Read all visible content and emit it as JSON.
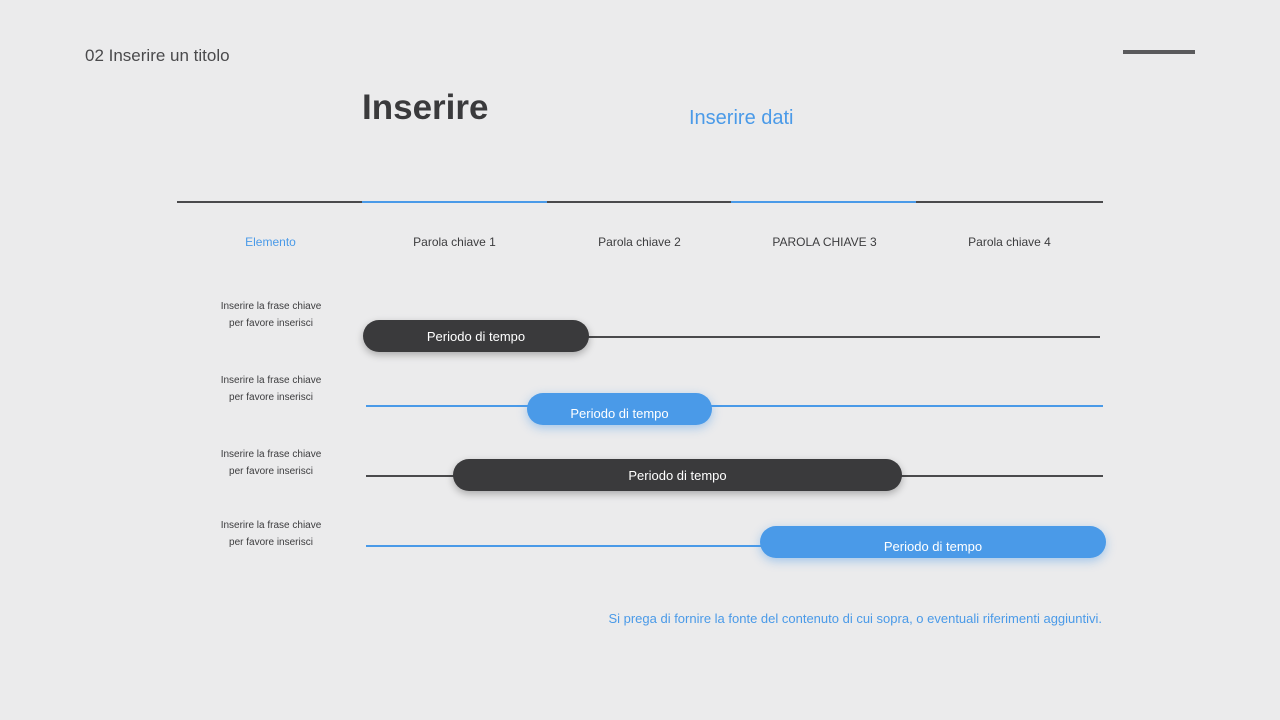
{
  "header": {
    "section_title": "02 Inserire un titolo",
    "main_title": "Inserire",
    "subtitle": "Inserire dati"
  },
  "columns": [
    "Elemento",
    "Parola chiave 1",
    "Parola chiave 2",
    "PAROLA CHIAVE 3",
    "Parola chiave 4"
  ],
  "rows": [
    {
      "label_line1": "Inserire la frase chiave",
      "label_line2": "per favore inserisci",
      "bar_label": "Periodo di tempo",
      "style": "dark"
    },
    {
      "label_line1": "Inserire la frase chiave",
      "label_line2": "per favore inserisci",
      "bar_label": "Periodo di tempo",
      "style": "blue"
    },
    {
      "label_line1": "Inserire la frase chiave",
      "label_line2": "per favore inserisci",
      "bar_label": "Periodo di tempo",
      "style": "dark"
    },
    {
      "label_line1": "Inserire la frase chiave",
      "label_line2": "per favore inserisci",
      "bar_label": "Periodo di tempo",
      "style": "blue"
    }
  ],
  "footnote": "Si prega di fornire la fonte del contenuto di cui sopra, o eventuali riferimenti aggiuntivi.",
  "colors": {
    "accent": "#4a9ae8",
    "dark": "#3a3a3c",
    "background": "#ebebec"
  }
}
